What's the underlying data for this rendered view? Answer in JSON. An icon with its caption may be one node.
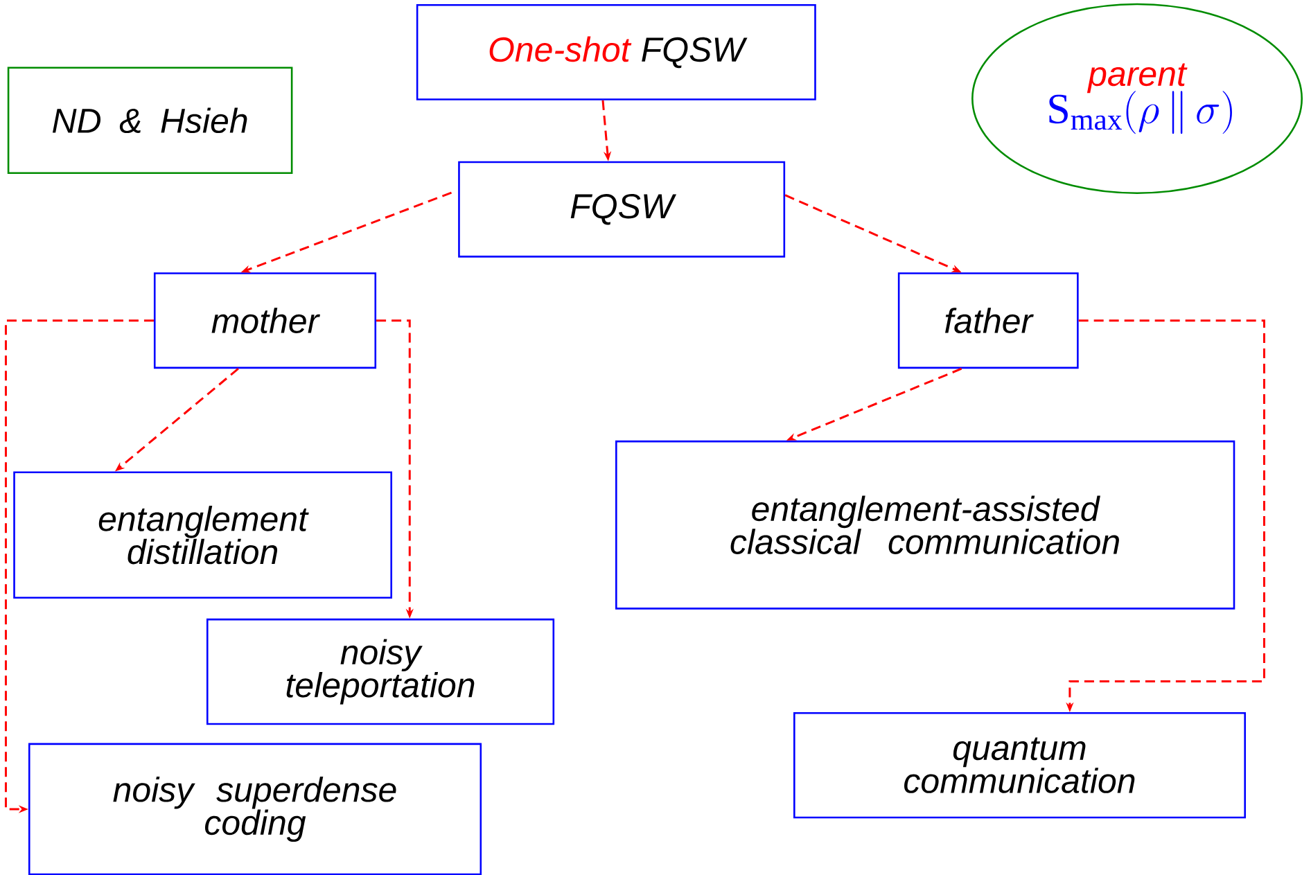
{
  "diagram": {
    "nodes": [
      {
        "text": [
          "One-shot",
          "FQSW"
        ]
      },
      {
        "text": [
          "ND & Hsieh"
        ]
      },
      {
        "text": [
          "parent",
          "\\mathrm{S}_{\\mathrm{max}}(\\rho\\,\\|\\,\\sigma)"
        ]
      },
      {
        "text": [
          "FQSW"
        ]
      },
      {
        "text": [
          "mother"
        ]
      },
      {
        "text": [
          "father"
        ]
      },
      {
        "text": [
          "entanglement distillation"
        ]
      },
      {
        "text": [
          "entanglement-assisted classical communication"
        ]
      },
      {
        "text": [
          "noisy teleportation"
        ]
      },
      {
        "text": [
          "noisy superdense coding"
        ]
      },
      {
        "text": [
          "quantum communication"
        ]
      }
    ],
    "edges": [
      {
        "from": 0,
        "to": 3,
        "arrow": "to",
        "style": "dashed"
      },
      {
        "from": 3,
        "to": 4,
        "arrow": "to",
        "style": "dashed"
      },
      {
        "from": 3,
        "to": 5,
        "arrow": "to",
        "style": "dashed"
      },
      {
        "from": 4,
        "to": 6,
        "arrow": "to",
        "style": "dashed"
      },
      {
        "from": 4,
        "to": 9,
        "arrow": "to",
        "style": "dashed"
      },
      {
        "from": 4,
        "to": 8,
        "arrow": "to",
        "style": "dashed"
      },
      {
        "from": 5,
        "to": 7,
        "arrow": "to",
        "style": "dashed"
      },
      {
        "from": 5,
        "to": 10,
        "arrow": "to",
        "style": "dashed"
      }
    ]
  }
}
